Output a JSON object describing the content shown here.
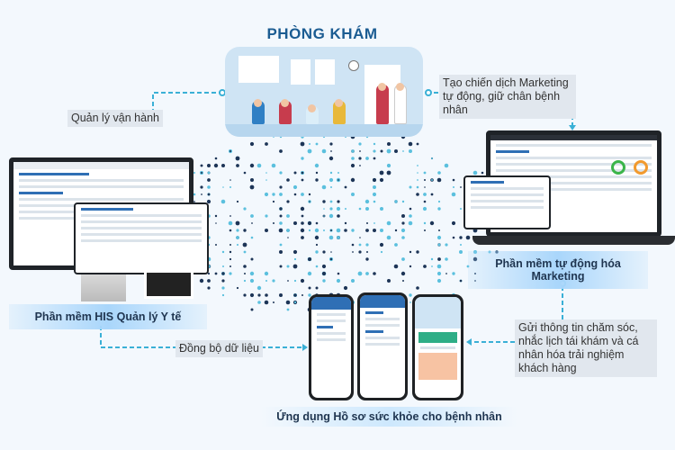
{
  "title": "PHÒNG KHÁM",
  "labels": {
    "operations": "Quản lý vận hành",
    "marketing_campaign": "Tạo chiến dịch Marketing tự động, giữ chân bệnh nhân",
    "sync": "Đồng bộ dữ liệu",
    "send_info": "Gửi thông tin chăm sóc, nhắc lịch tái khám và cá nhân hóa trải nghiệm khách hàng"
  },
  "products": {
    "his": "Phần mềm HIS Quản lý Y tế",
    "marketing": "Phần mềm tự động hóa Marketing",
    "app": "Ứng dụng Hồ sơ sức khỏe cho bệnh nhân"
  },
  "colors": {
    "title": "#1b5c92",
    "connector": "#3ab0d6",
    "background": "#f3f8fd",
    "dot_dark": "#1d3557",
    "dot_light": "#5bc0de"
  }
}
